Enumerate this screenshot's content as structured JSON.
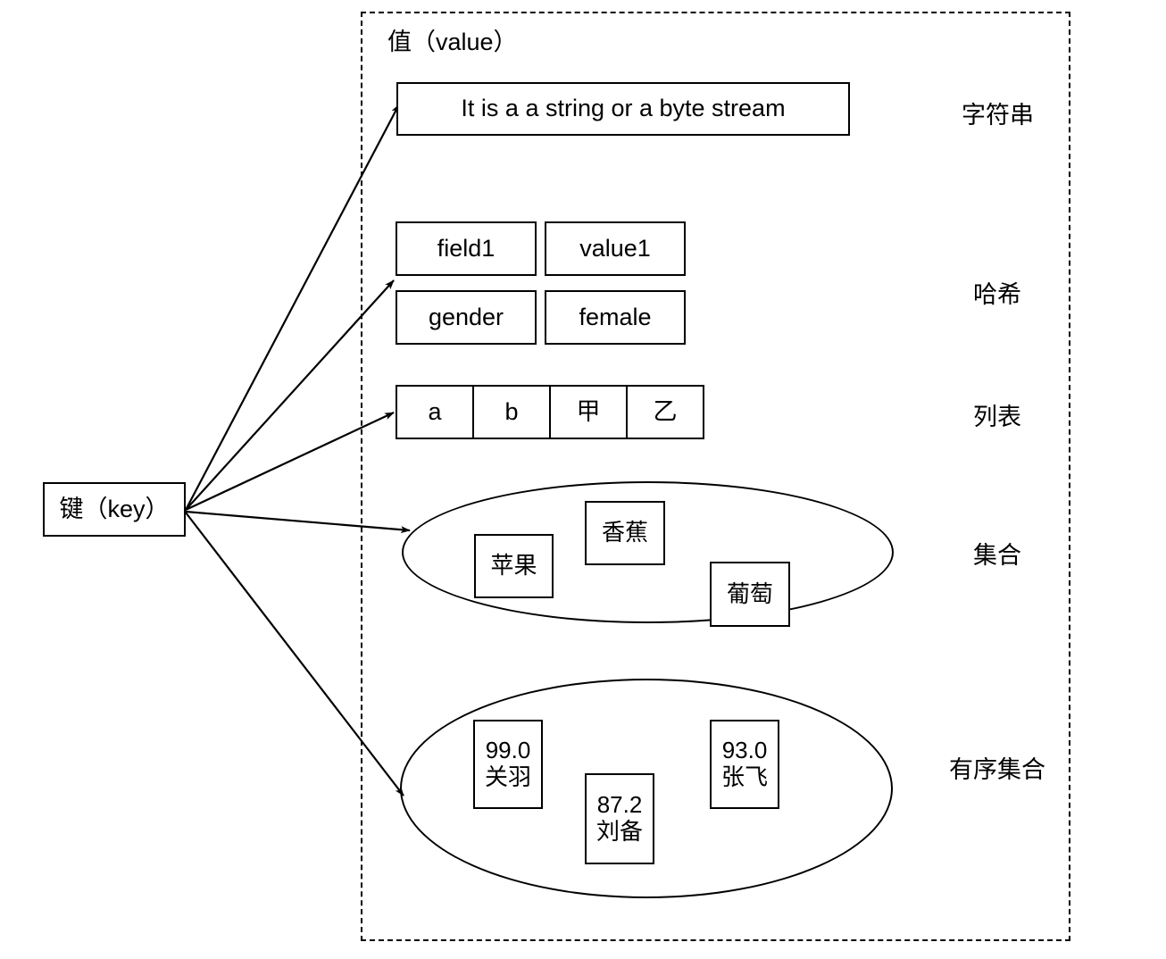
{
  "diagram": {
    "title_key": "键（key）",
    "title_value": "值（value）"
  },
  "key_node": {
    "label": "键（key）"
  },
  "value_types": {
    "string": {
      "type_label": "字符串",
      "content": "It is a a string or a byte stream"
    },
    "hash": {
      "type_label": "哈希",
      "entries": [
        {
          "field": "field1",
          "value": "value1"
        },
        {
          "field": "gender",
          "value": "female"
        }
      ]
    },
    "list": {
      "type_label": "列表",
      "items": [
        "a",
        "b",
        "甲",
        "乙"
      ]
    },
    "set": {
      "type_label": "集合",
      "members": [
        "苹果",
        "香蕉",
        "葡萄"
      ]
    },
    "sorted_set": {
      "type_label": "有序集合",
      "members": [
        {
          "score": "99.0",
          "member": "关羽"
        },
        {
          "score": "87.2",
          "member": "刘备"
        },
        {
          "score": "93.0",
          "member": "张飞"
        }
      ]
    }
  },
  "colors": {
    "stroke": "#000000",
    "background": "#ffffff"
  }
}
